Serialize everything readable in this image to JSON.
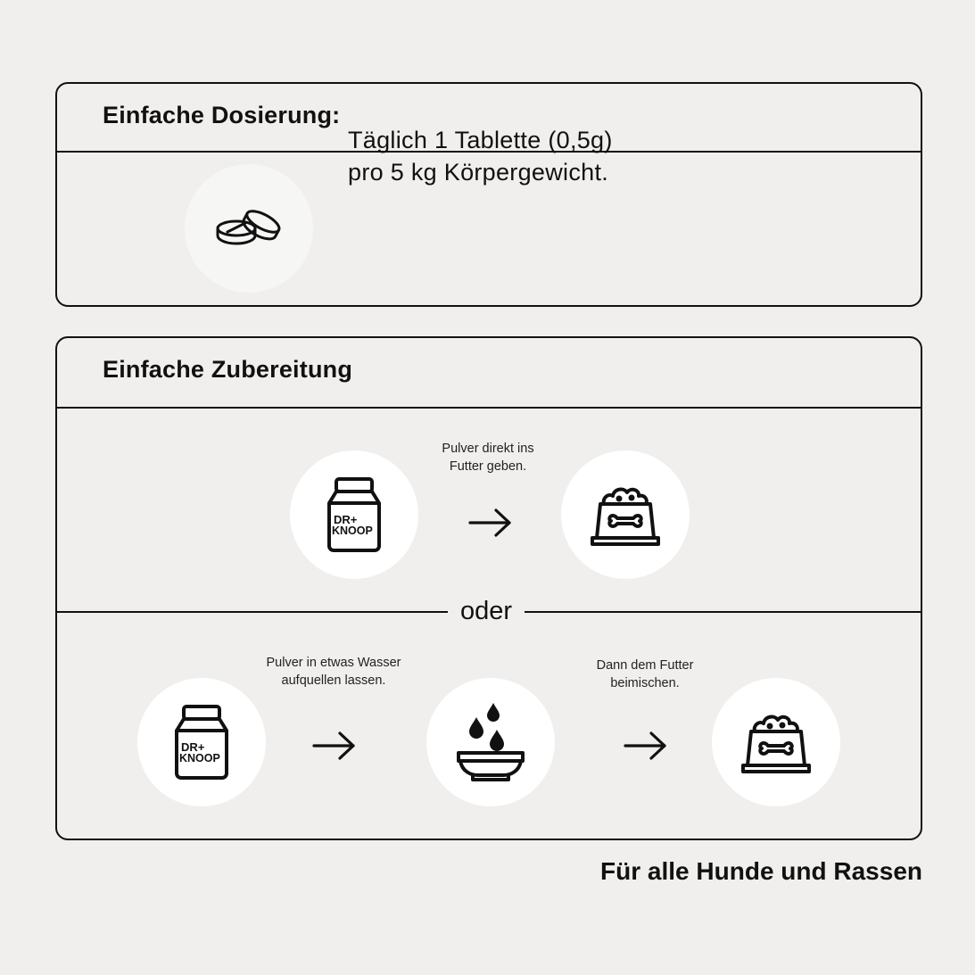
{
  "dosage": {
    "title": "Einfache Dosierung:",
    "icon": "tablets-icon",
    "line1": "Täglich 1 Tablette (0,5g)",
    "line2": "pro 5 kg Körpergewicht."
  },
  "preparation": {
    "title": "Einfache Zubereitung",
    "option1": {
      "caption_line1": "Pulver direkt ins",
      "caption_line2": "Futter geben.",
      "steps": [
        {
          "icon": "dr-knoop-package-icon",
          "brand_line1": "DR+",
          "brand_line2": "KNOOP"
        },
        {
          "icon": "arrow-right-icon"
        },
        {
          "icon": "food-bowl-bone-icon"
        }
      ]
    },
    "separator": "oder",
    "option2": {
      "caption1_line1": "Pulver in etwas Wasser",
      "caption1_line2": "aufquellen lassen.",
      "caption2_line1": "Dann dem Futter",
      "caption2_line2": "beimischen.",
      "steps": [
        {
          "icon": "dr-knoop-package-icon",
          "brand_line1": "DR+",
          "brand_line2": "KNOOP"
        },
        {
          "icon": "arrow-right-icon"
        },
        {
          "icon": "water-bowl-drops-icon"
        },
        {
          "icon": "arrow-right-icon"
        },
        {
          "icon": "food-bowl-bone-icon"
        }
      ]
    }
  },
  "footer": {
    "tagline": "Für alle Hunde und Rassen"
  },
  "colors": {
    "background": "#f0efed",
    "ink": "#111111",
    "circle": "#ffffff"
  }
}
